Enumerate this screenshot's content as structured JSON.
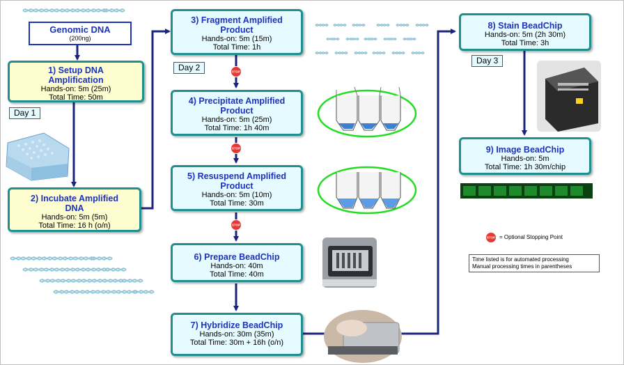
{
  "genomic": {
    "title": "Genomic DNA",
    "amount": "(200ng)"
  },
  "steps": [
    {
      "title": "1) Setup DNA Amplification",
      "hands_on": "Hands-on: 5m (25m)",
      "total": "Total Time: 50m"
    },
    {
      "title": "2) Incubate Amplified DNA",
      "hands_on": "Hands-on: 5m (5m)",
      "total": "Total Time: 16 h (o/n)"
    },
    {
      "title": "3) Fragment Amplified Product",
      "hands_on": "Hands-on: 5m (15m)",
      "total": "Total Time: 1h"
    },
    {
      "title": "4) Precipitate Amplified Product",
      "hands_on": "Hands-on: 5m (25m)",
      "total": "Total Time: 1h 40m"
    },
    {
      "title": "5) Resuspend Amplified Product",
      "hands_on": "Hands-on: 5m (10m)",
      "total": "Total Time: 30m"
    },
    {
      "title": "6) Prepare BeadChip",
      "hands_on": "Hands-on: 40m",
      "total": "Total Time: 40m"
    },
    {
      "title": "7) Hybridize BeadChip",
      "hands_on": "Hands-on: 30m (35m)",
      "total": "Total Time: 30m + 16h (o/n)"
    },
    {
      "title": "8) Stain BeadChip",
      "hands_on": "Hands-on: 5m (2h 30m)",
      "total": "Total Time: 3h"
    },
    {
      "title": "9) Image BeadChip",
      "hands_on": "Hands-on: 5m",
      "total": "Total Time: 1h 30m/chip"
    }
  ],
  "days": {
    "day1": "Day 1",
    "day2": "Day 2",
    "day3": "Day 3"
  },
  "legend": {
    "stop_text": "= Optional Stopping Point",
    "stop_icon_text": "STOP"
  },
  "notes": {
    "line1": "Time listed is for automated processing",
    "line2": "Manual processing times in parentheses"
  },
  "colors": {
    "border": "#1f8f8f",
    "title": "#1d33b8",
    "arrow": "#1a237e",
    "stop": "#e53935",
    "yellow_box": "#fdfdd0",
    "cyan_box": "#e6fbff",
    "tube_ellipse": "#22dd22"
  }
}
